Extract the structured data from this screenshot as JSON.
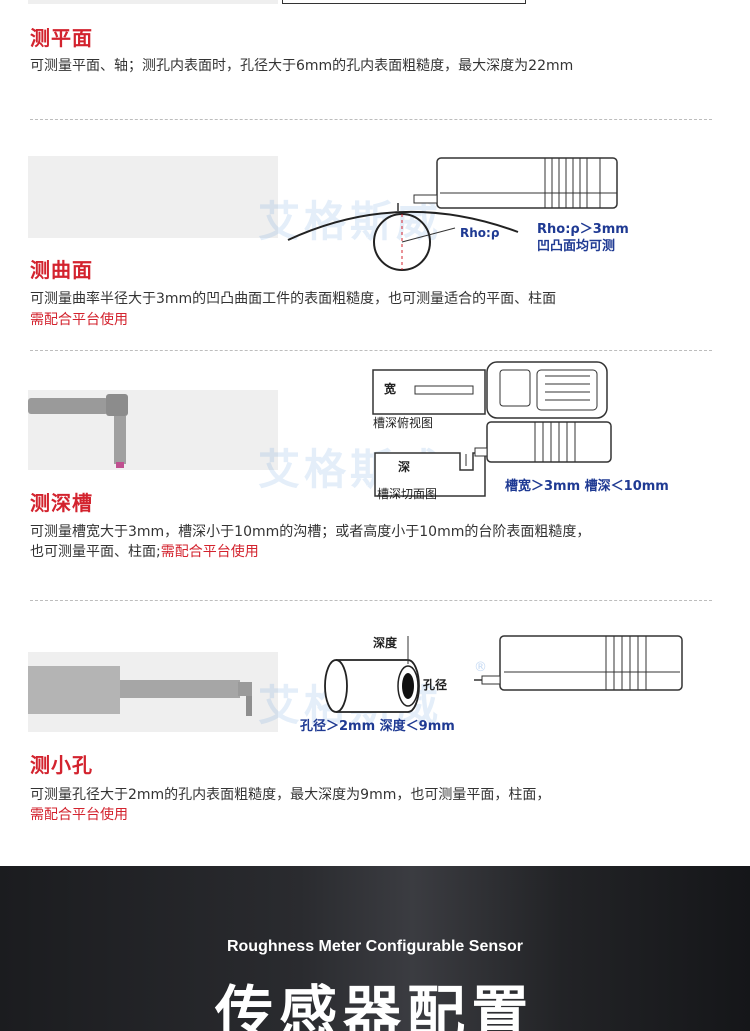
{
  "sections": [
    {
      "title": "测平面",
      "desc": "可测量平面、轴；测孔内表面时，孔径大于6mm的孔内表面粗糙度，最大深度为22mm"
    },
    {
      "title": "测曲面",
      "desc": "可测量曲率半径大于3mm的凹凸曲面工件的表面粗糙度，也可测量适合的平面、柱面",
      "note": "需配合平台使用",
      "diagram": {
        "rho_label": "Rho:ρ",
        "spec_line1": "Rho:ρ＞3mm",
        "spec_line2": "凹凸面均可测"
      }
    },
    {
      "title": "测深槽",
      "desc_line1": "可测量槽宽大于3mm，槽深小于10mm的沟槽；或者高度小于10mm的台阶表面粗糙度，",
      "desc_line2": "也可测量平面、柱面;",
      "note": "需配合平台使用",
      "diagram": {
        "width_label": "宽",
        "top_caption": "槽深俯视图",
        "depth_label": "深",
        "section_caption": "槽深切面图",
        "spec": "槽宽＞3mm 槽深＜10mm"
      }
    },
    {
      "title": "测小孔",
      "desc": "可测量孔径大于2mm的孔内表面粗糙度，最大深度为9mm，也可测量平面，柱面，",
      "note": "需配合平台使用",
      "diagram": {
        "depth_label": "深度",
        "hole_label": "孔径",
        "spec": "孔径＞2mm 深度＜9mm"
      }
    }
  ],
  "watermark": "艾格斯威",
  "footer": {
    "subtitle": "Roughness Meter Configurable Sensor",
    "title": "传感器配置"
  },
  "colors": {
    "accent_red": "#d3232e",
    "label_blue": "#1f3a93",
    "footer_dark": "#1b1c1f"
  }
}
